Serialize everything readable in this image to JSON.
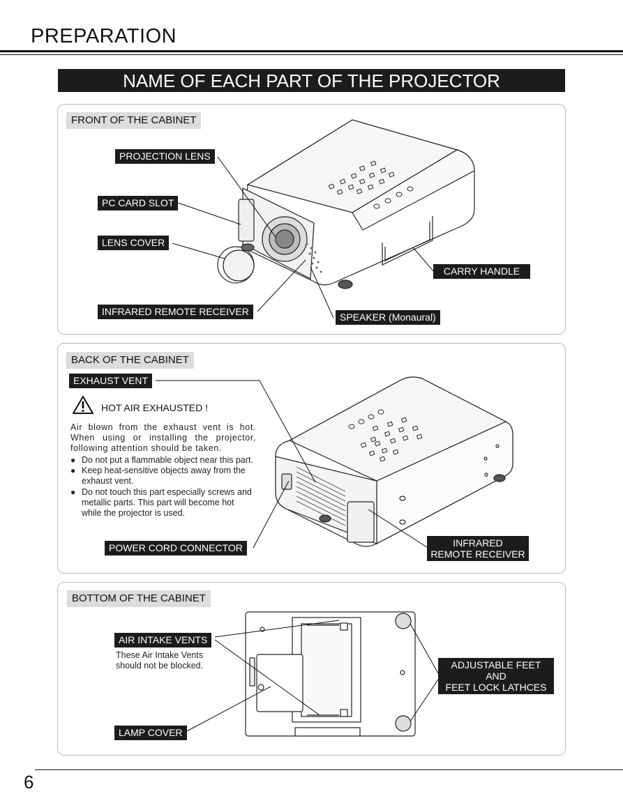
{
  "header": {
    "section_title": "PREPARATION",
    "page_title": "NAME OF EACH PART OF THE PROJECTOR"
  },
  "front": {
    "heading": "FRONT OF THE CABINET",
    "labels": {
      "projection_lens": "PROJECTION LENS",
      "pc_card_slot": "PC CARD SLOT",
      "lens_cover": "LENS COVER",
      "infrared_remote_receiver": "INFRARED REMOTE RECEIVER",
      "speaker": "SPEAKER (Monaural)",
      "carry_handle": "CARRY HANDLE"
    }
  },
  "back": {
    "heading": "BACK OF THE CABINET",
    "labels": {
      "exhaust_vent": "EXHAUST VENT",
      "power_cord_connector": "POWER CORD CONNECTOR",
      "infrared_remote_receiver": "INFRARED\nREMOTE RECEIVER"
    },
    "warning_title": "HOT AIR EXHAUSTED !",
    "warning_text": "Air blown from the exhaust vent is hot. When using or installing the projector, following attention should be taken.",
    "bullets": [
      "Do not put a flammable object near this part.",
      "Keep heat-sensitive objects away from the exhaust vent.",
      "Do not touch this part especially screws and metallic parts.  This part will become hot while the projector is used."
    ]
  },
  "bottom": {
    "heading": "BOTTOM OF THE CABINET",
    "labels": {
      "air_intake_vents": "AIR INTAKE VENTS",
      "adjustable_feet": "ADJUSTABLE FEET\nAND\nFEET LOCK LATHCES",
      "lamp_cover": "LAMP COVER"
    },
    "intake_note": "These Air Intake Vents should not be blocked."
  },
  "footer": {
    "page_number": "6"
  },
  "icons": {
    "warning": "warning-triangle-icon"
  }
}
